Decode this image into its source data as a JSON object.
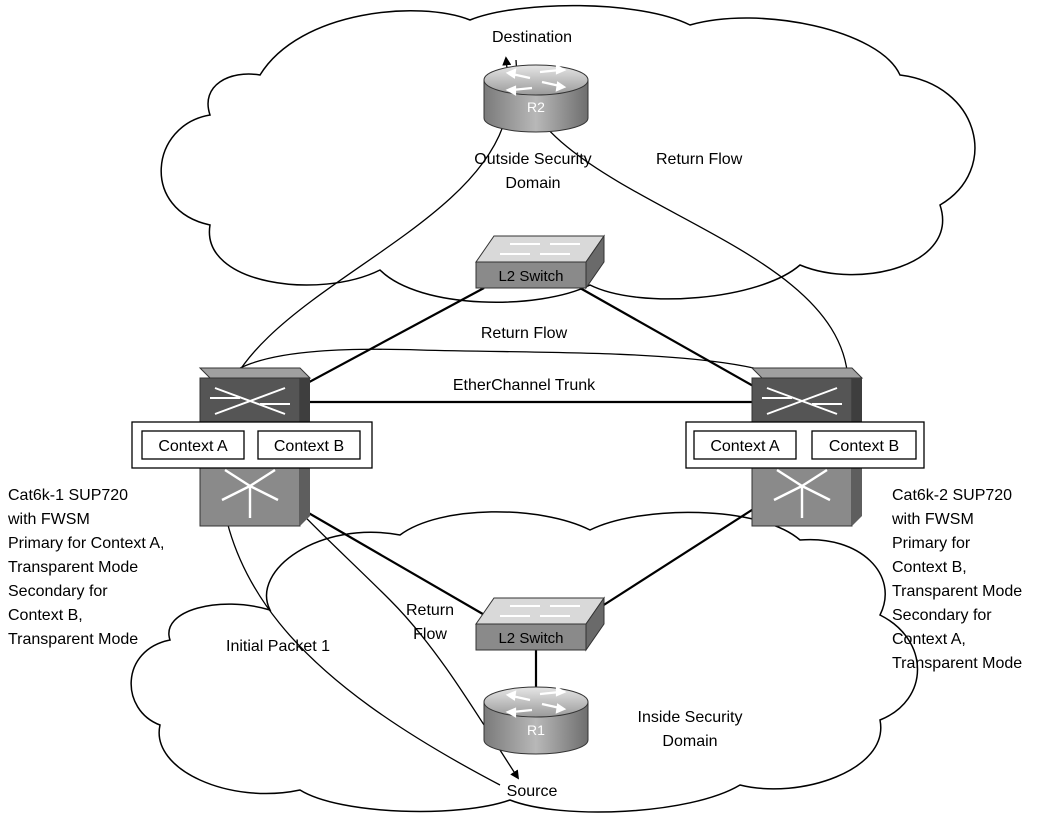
{
  "devices": {
    "r2": "R2",
    "r1": "R1",
    "l2_switch_top": "L2 Switch",
    "l2_switch_bottom": "L2 Switch"
  },
  "contexts": {
    "left_a": "Context A",
    "left_b": "Context B",
    "right_a": "Context A",
    "right_b": "Context B"
  },
  "labels": {
    "destination": "Destination",
    "source": "Source",
    "outside_domain": [
      "Outside Security",
      "Domain"
    ],
    "inside_domain": [
      "Inside Security",
      "Domain"
    ],
    "return_flow_top_right": "Return Flow",
    "return_flow_middle": "Return Flow",
    "return_flow_bottom": [
      "Return",
      "Flow"
    ],
    "etherchannel": "EtherChannel Trunk",
    "initial_packet": "Initial Packet 1",
    "cat6k_1": [
      "Cat6k-1 SUP720",
      "with FWSM",
      "Primary for Context A,",
      "Transparent Mode",
      "Secondary for",
      "Context B,",
      "Transparent Mode"
    ],
    "cat6k_2": [
      "Cat6k-2 SUP720",
      "with FWSM",
      "Primary for",
      "Context B,",
      "Transparent Mode",
      "Secondary for",
      "Context A,",
      "Transparent Mode"
    ]
  },
  "colors": {
    "device_dark": "#555555",
    "device_mid": "#8a8a8a",
    "device_light": "#c8c8c8",
    "line": "#000000"
  }
}
